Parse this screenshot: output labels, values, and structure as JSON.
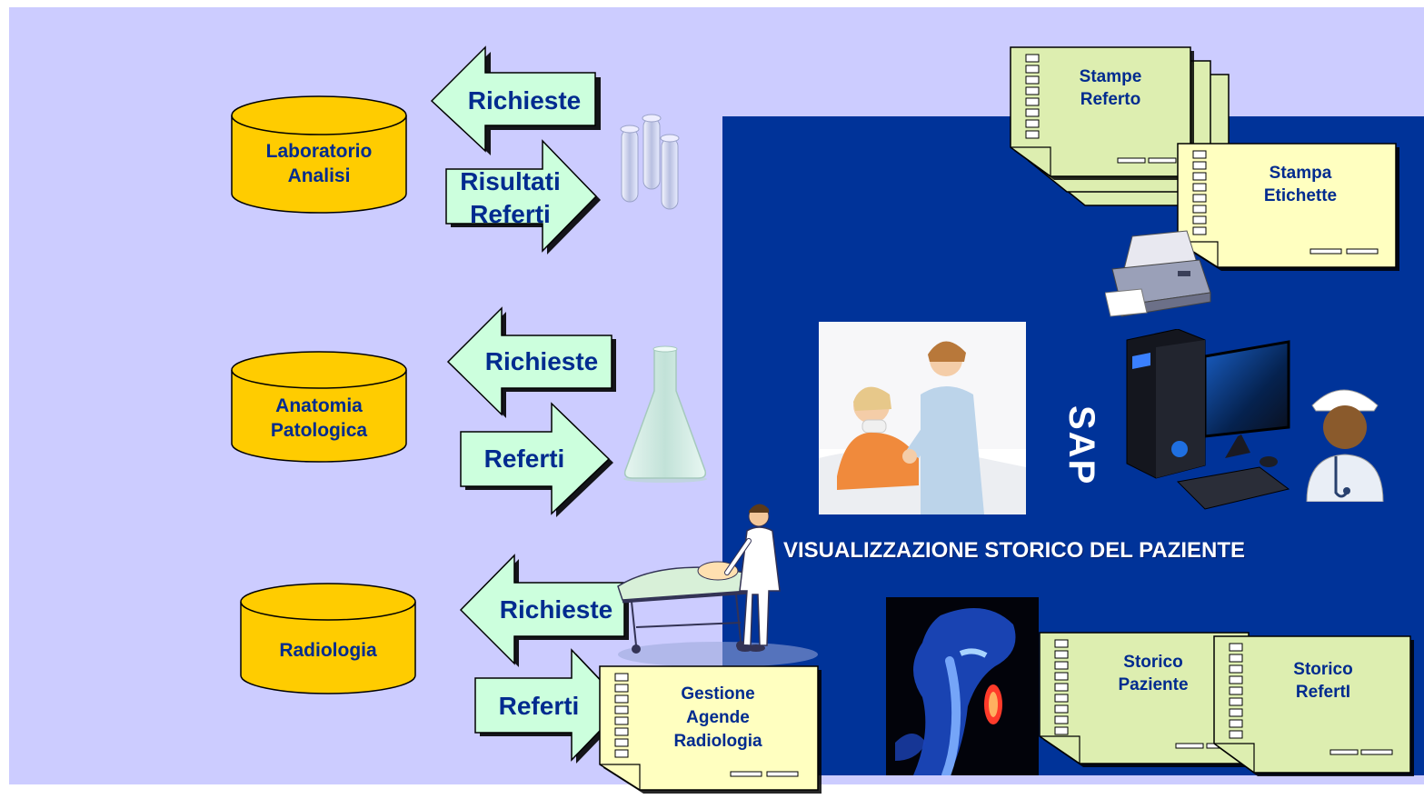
{
  "databases": [
    {
      "label": "Laboratorio Analisi"
    },
    {
      "label": "Anatomia Patologica"
    },
    {
      "label": "Radiologia"
    }
  ],
  "arrows": {
    "lab_richieste": "Richieste",
    "lab_risultati_line1": "Risultati",
    "lab_risultati_line2": "Referti",
    "anat_richieste": "Richieste",
    "anat_referti": "Referti",
    "rad_richieste": "Richieste",
    "rad_referti": "Referti"
  },
  "documents": {
    "stampe_referto": {
      "line1": "Stampe",
      "line2": "Referto"
    },
    "stampa_etichette": {
      "line1": "Stampa",
      "line2": "Etichette"
    },
    "gestione_agende": {
      "line1": "Gestione",
      "line2": "Agende",
      "line3": "Radiologia"
    },
    "storico_paziente": {
      "line1": "Storico",
      "line2": "Paziente"
    },
    "storico_referti": {
      "line1": "Storico",
      "line2": "RefertI"
    }
  },
  "sap": {
    "title": "SAP",
    "caption": "VISUALIZZAZIONE STORICO  DEL PAZIENTE"
  },
  "colors": {
    "background": "#ccccff",
    "sap_panel": "#003399",
    "database_fill": "#ffcc00",
    "arrow_fill": "#ccffdd",
    "text": "#002b8f",
    "doc_yellow": "#ffffc0",
    "doc_green": "#ddeeb0"
  },
  "icons": [
    "test-tubes-icon",
    "flask-icon",
    "stretcher-nurse-icon",
    "printer-icon",
    "computer-icon",
    "doctor-avatar-icon",
    "nurse-patient-photo",
    "spine-scan-photo"
  ]
}
